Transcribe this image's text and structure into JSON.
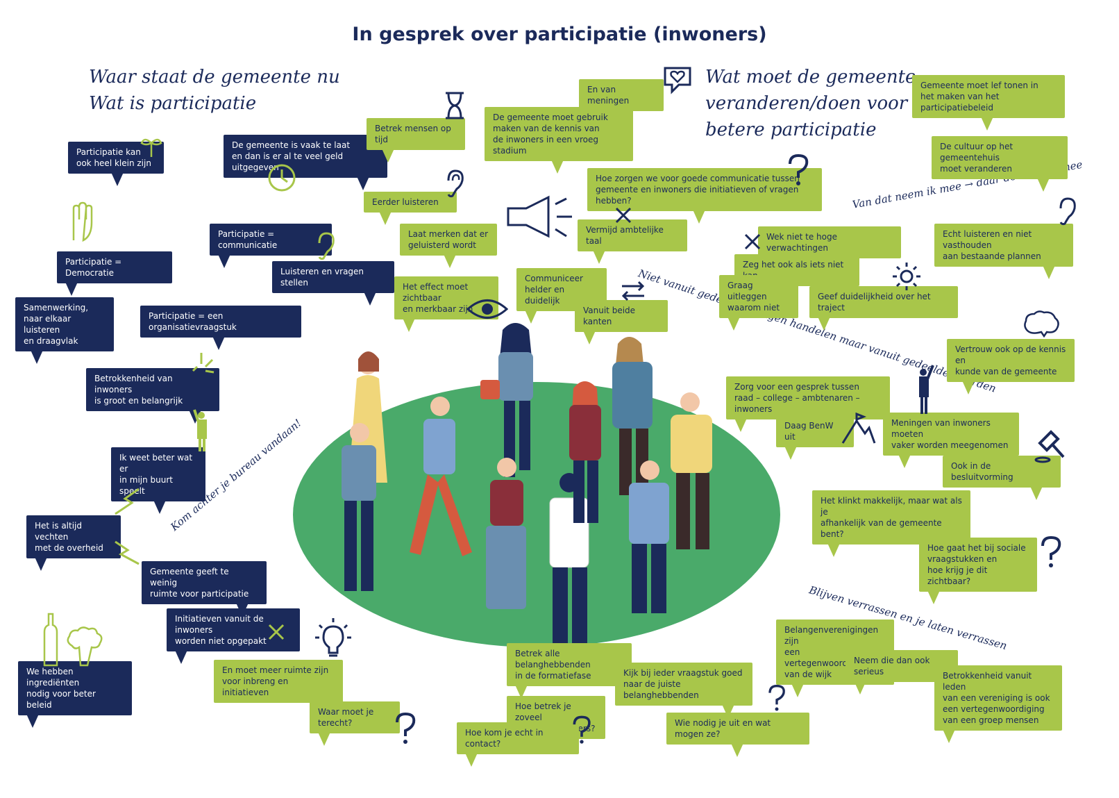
{
  "title": "In gesprek over participatie (inwoners)",
  "headings": {
    "left": [
      "Waar staat de gemeente nu",
      "Wat is participatie"
    ],
    "right": [
      "Wat moet de gemeente",
      "veranderen/doen voor",
      "betere participatie"
    ]
  },
  "curved_texts": {
    "van_dat": "Van dat neem ik mee → daar doe ik wat mee",
    "niet_vanuit": "Niet vanuit gedeeld belangen handelen maar vanuit gedeelde waarden",
    "kom_achter": "Kom achter je bureau vandaan!",
    "blijven": "Blijven verrassen en je laten verrassen"
  },
  "bubbles": {
    "participatie_klein": [
      "Participatie kan",
      "ook heel klein zijn"
    ],
    "te_laat": [
      "De gemeente is vaak te laat",
      "en dan is er al te veel geld uitgegeven"
    ],
    "democratie": [
      "Participatie = Democratie"
    ],
    "samenwerking": [
      "Samenwerking,",
      "naar elkaar luisteren",
      "en draagvlak"
    ],
    "communicatie": [
      "Participatie = communicatie"
    ],
    "luisteren_vragen": [
      "Luisteren en vragen stellen"
    ],
    "organisatievraagstuk": [
      "Participatie = een organisatievraagstuk"
    ],
    "betrokkenheid": [
      "Betrokkenheid van inwoners",
      "is groot en belangrijk"
    ],
    "weet_beter": [
      "Ik weet beter wat er",
      "in mijn buurt speelt"
    ],
    "vechten": [
      "Het is altijd vechten",
      "met de overheid"
    ],
    "te_weinig": [
      "Gemeente geeft te weinig",
      "ruimte voor participatie"
    ],
    "niet_opgepakt": [
      "Initiatieven vanuit de inwoners",
      "worden niet opgepakt"
    ],
    "ingredienten": [
      "We hebben ingrediënten",
      "nodig voor beter beleid"
    ],
    "betrek_op_tijd": [
      "Betrek mensen op tijd"
    ],
    "van_meningen": [
      "En van meningen"
    ],
    "kennis_inwoners": [
      "De gemeente moet gebruik",
      "maken van de kennis van",
      "de inwoners in een vroeg stadium"
    ],
    "eerder_luisteren": [
      "Eerder luisteren"
    ],
    "goede_communicatie": [
      "Hoe zorgen we voor goede communicatie tussen",
      "gemeente en inwoners die initiatieven of vragen hebben?"
    ],
    "laat_merken": [
      "Laat merken dat er",
      "geluisterd wordt"
    ],
    "ambtelijke_taal": [
      "Vermijd ambtelijke taal"
    ],
    "effect_zichtbaar": [
      "Het effect moet zichtbaar",
      "en merkbaar zijn"
    ],
    "helder": [
      "Communiceer",
      "helder en duidelijk"
    ],
    "beide_kanten": [
      "Vanuit beide kanten"
    ],
    "verwachtingen": [
      "Wek niet te hoge verwachtingen"
    ],
    "zeg_het": [
      "Zeg het ook als iets niet kan"
    ],
    "uitleggen": [
      "Graag uitleggen",
      "waarom niet"
    ],
    "duidelijkheid": [
      "Geef duidelijkheid over het traject"
    ],
    "lef": [
      "Gemeente moet lef tonen in",
      "het maken van het participatiebeleid"
    ],
    "cultuur": [
      "De cultuur op het gemeentehuis",
      "moet veranderen"
    ],
    "echt_luisteren": [
      "Echt luisteren en niet vasthouden",
      "aan bestaande plannen"
    ],
    "vertrouw": [
      "Vertrouw ook op de kennis en",
      "kunde van de gemeente"
    ],
    "gesprek_tussen": [
      "Zorg voor een gesprek tussen",
      "raad – college – ambtenaren – inwoners"
    ],
    "daag_benw": [
      "Daag BenW uit"
    ],
    "meningen_vaker": [
      "Meningen van inwoners moeten",
      "vaker worden meegenomen"
    ],
    "besluitvorming": [
      "Ook in de besluitvorming"
    ],
    "afhankelijk": [
      "Het klinkt makkelijk, maar wat als je",
      "afhankelijk van de gemeente bent?"
    ],
    "sociale_vraagstukken": [
      "Hoe gaat het bij sociale",
      "vraagstukken en",
      "hoe krijg je dit zichtbaar?"
    ],
    "belangenverenigingen": [
      "Belangenverenigingen zijn",
      "een vertegenwoordiging",
      "van de wijk"
    ],
    "neem_serieus": [
      "Neem die dan ook serieus"
    ],
    "betrokkenheid_leden": [
      "Betrokkenheid vanuit leden",
      "van een vereniging is ook",
      "een vertegenwoordiging",
      "van een groep mensen"
    ],
    "formatiefase": [
      "Betrek alle belanghebbenden",
      "in de formatiefase"
    ],
    "juiste_belanghebbenden": [
      "Kijk bij ieder vraagstuk goed",
      "naar de juiste belanghebbenden"
    ],
    "zoveel_mogelijk": [
      "Hoe betrek je zoveel",
      "mogelijk inwoners?"
    ],
    "echt_contact": [
      "Hoe kom je echt in contact?"
    ],
    "wie_nodig": [
      "Wie nodig je uit en wat mogen ze?"
    ],
    "meer_ruimte": [
      "En moet meer ruimte zijn",
      "voor inbreng en initiatieven"
    ],
    "terecht": [
      "Waar moet je terecht?"
    ]
  },
  "colors": {
    "navy": "#1b2a5a",
    "green": "#a8c64a",
    "field": "#4aaa6a"
  }
}
